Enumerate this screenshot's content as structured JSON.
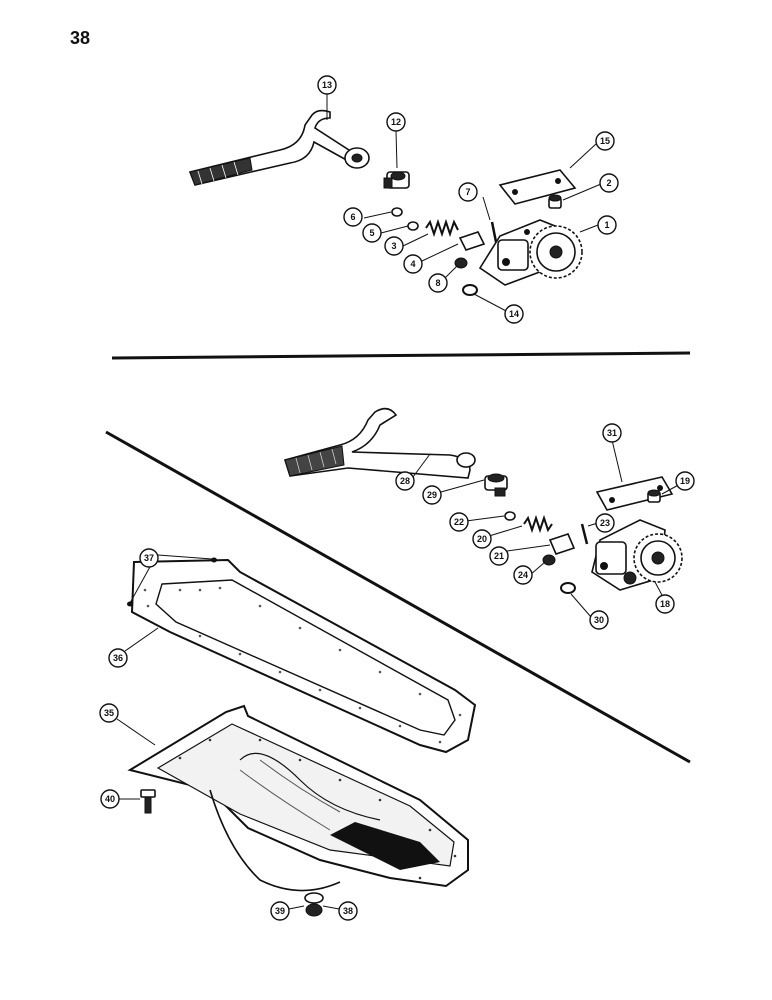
{
  "page_number": "38",
  "callouts": {
    "c13": "13",
    "c12": "12",
    "c15": "15",
    "c2": "2",
    "c7": "7",
    "c1": "1",
    "c6": "6",
    "c5": "5",
    "c3": "3",
    "c4": "4",
    "c8": "8",
    "c14": "14",
    "c31": "31",
    "c19": "19",
    "c28": "28",
    "c29": "29",
    "c23": "23",
    "c22": "22",
    "c20": "20",
    "c21": "21",
    "c24": "24",
    "c18": "18",
    "c30": "30",
    "c37": "37",
    "c36": "36",
    "c35": "35",
    "c40": "40",
    "c39": "39",
    "c38": "38"
  }
}
